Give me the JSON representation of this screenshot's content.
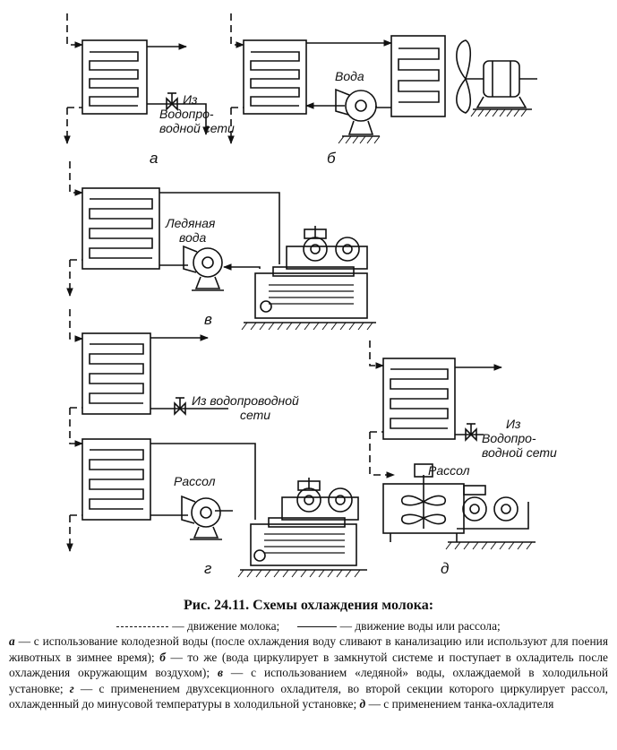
{
  "labels": {
    "a": "а",
    "b": "б",
    "v": "в",
    "g": "г",
    "d": "д",
    "voda": "Вода",
    "iz": "Из",
    "vodopro": "Водопро-",
    "vodnoy_seti": "водной сети",
    "iz_vodoprovodnoy": "Из водопроводной",
    "seti": "сети",
    "ledyanaya": "Ледяная",
    "voda_lower": "вода",
    "rassol": "Рассол"
  },
  "caption": {
    "title": "Рис. 24.11. Схемы охлаждения молока:",
    "legend_milk": "— движение молока;",
    "legend_water": "— движение воды или рассола;",
    "letter_a": "а",
    "text_a": "— с использование колодезной воды (после охлаждения воду сливают в канализацию или используют для поения животных в зимнее время);",
    "letter_b": "б",
    "text_b": "— то же (вода циркулирует в замкнутой системе и поступает в охладитель после охлаждения окружающим воздухом);",
    "letter_v": "в",
    "text_v": "— с использованием «ледяной» воды, охлаждаемой в холодильной установке;",
    "letter_g": "г",
    "text_g": "— с применением двухсекционного охладителя, во второй секции которого циркулирует рассол, охлажденный до минусовой температуры в холодильной установке;",
    "letter_d": "д",
    "text_d": "— с применением танка-охладителя"
  }
}
